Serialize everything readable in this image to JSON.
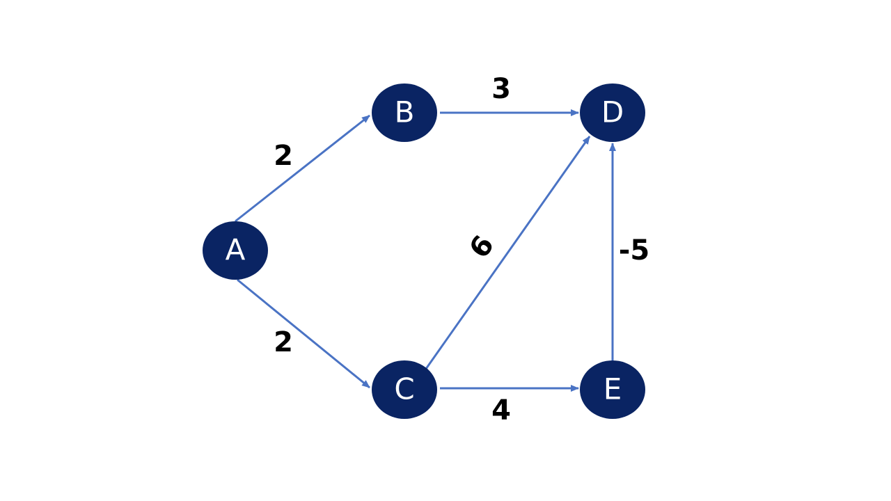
{
  "colors": {
    "node_fill": "#0a2463",
    "edge": "#4a73c4",
    "node_text": "#ffffff",
    "weight_text": "#000000"
  },
  "nodes": [
    {
      "id": "A",
      "label": "A"
    },
    {
      "id": "B",
      "label": "B"
    },
    {
      "id": "C",
      "label": "C"
    },
    {
      "id": "D",
      "label": "D"
    },
    {
      "id": "E",
      "label": "E"
    }
  ],
  "edges": [
    {
      "from": "A",
      "to": "B",
      "weight": "2"
    },
    {
      "from": "A",
      "to": "C",
      "weight": "2"
    },
    {
      "from": "B",
      "to": "D",
      "weight": "3"
    },
    {
      "from": "C",
      "to": "D",
      "weight": "6"
    },
    {
      "from": "C",
      "to": "E",
      "weight": "4"
    },
    {
      "from": "E",
      "to": "D",
      "weight": "-5"
    }
  ]
}
